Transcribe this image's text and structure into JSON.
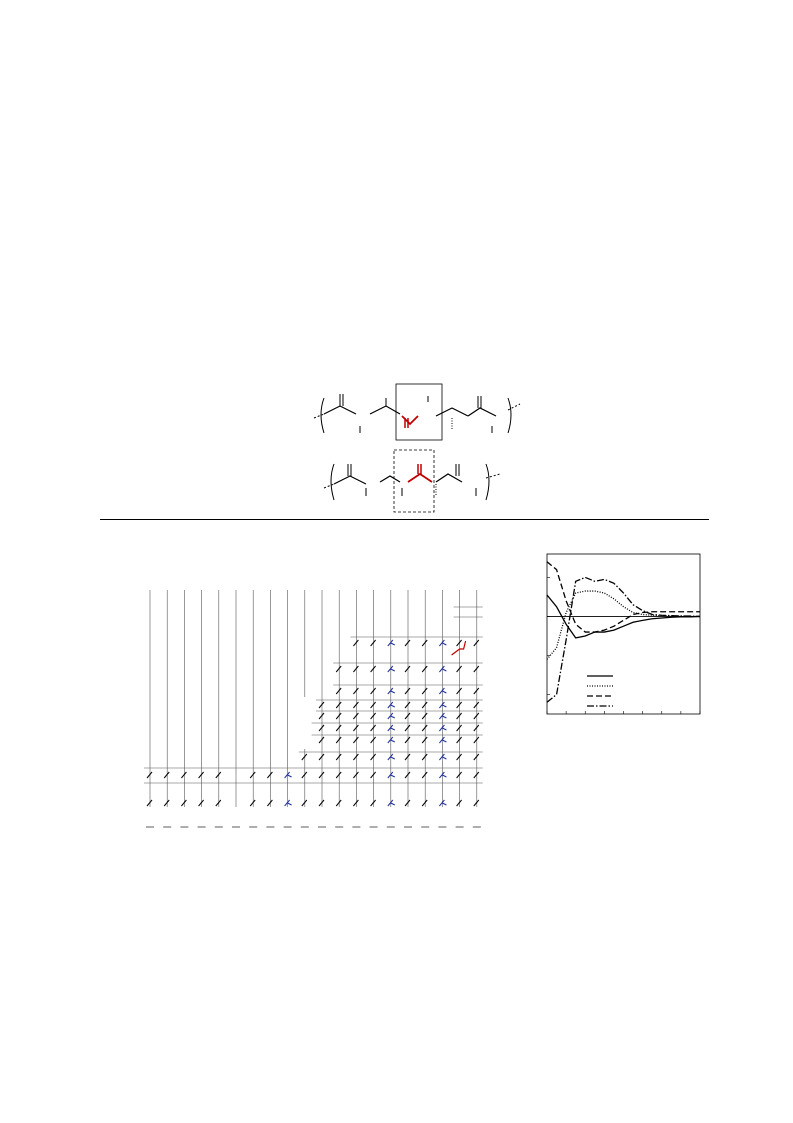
{
  "structures": [
    {
      "id": "top",
      "box_style": "solid",
      "highlight_color": "#c00000"
    },
    {
      "id": "bottom",
      "box_style": "dashed",
      "highlight_color": "#c00000"
    }
  ],
  "rule_color": "#000000",
  "grid_figure": {
    "columns": 20,
    "mark_color_black": "#000000",
    "mark_color_blue": "#1f2f9e",
    "mark_color_red": "#c00000"
  },
  "chart_data": {
    "type": "line",
    "title": "",
    "xlabel": "",
    "ylabel": "",
    "x": [
      0,
      0.5,
      1,
      1.5,
      2,
      2.5,
      3,
      3.5,
      4,
      4.5,
      5,
      5.5,
      6,
      6.5,
      7,
      7.5,
      8
    ],
    "series": [
      {
        "style": "solid",
        "values": [
          0.55,
          0.25,
          -0.2,
          -0.55,
          -0.5,
          -0.4,
          -0.4,
          -0.35,
          -0.25,
          -0.15,
          -0.1,
          -0.06,
          -0.04,
          -0.02,
          -0.01,
          -0.01,
          0.0
        ]
      },
      {
        "style": "dotted",
        "values": [
          -1.1,
          -0.8,
          0.1,
          0.6,
          0.65,
          0.65,
          0.6,
          0.45,
          0.25,
          0.1,
          0.05,
          0.03,
          0.02,
          0.01,
          0.01,
          0.0,
          0.0
        ]
      },
      {
        "style": "dashed",
        "values": [
          1.4,
          1.2,
          0.4,
          -0.2,
          -0.4,
          -0.4,
          -0.35,
          -0.25,
          -0.1,
          0.05,
          0.1,
          0.12,
          0.12,
          0.12,
          0.12,
          0.12,
          0.12
        ]
      },
      {
        "style": "dashdot",
        "values": [
          -2.2,
          -2.0,
          -0.6,
          0.9,
          1.0,
          0.9,
          0.95,
          0.85,
          0.6,
          0.3,
          0.15,
          0.05,
          0.03,
          0.02,
          0.01,
          0.01,
          0.0
        ]
      }
    ],
    "xlim": [
      0,
      8
    ],
    "ylim": [
      -2.5,
      1.6
    ],
    "grid": false,
    "legend": "bottom-center"
  }
}
